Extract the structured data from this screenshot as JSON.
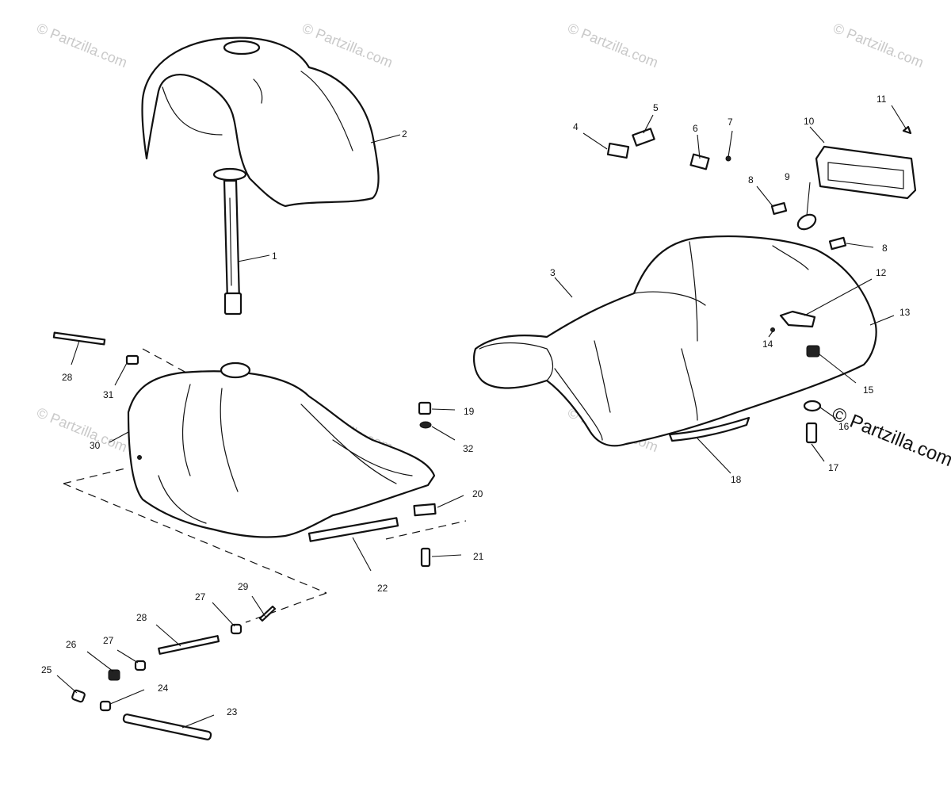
{
  "watermark": {
    "text": "© Partzilla.com",
    "corner_text": "© Partzilla.com"
  },
  "callouts": {
    "c1": "1",
    "c2": "2",
    "c3": "3",
    "c4": "4",
    "c5": "5",
    "c6": "6",
    "c7": "7",
    "c8a": "8",
    "c8b": "8",
    "c9": "9",
    "c10": "10",
    "c11": "11",
    "c12": "12",
    "c13": "13",
    "c14": "14",
    "c15": "15",
    "c16": "16",
    "c17": "17",
    "c18": "18",
    "c19": "19",
    "c20": "20",
    "c21": "21",
    "c22": "22",
    "c23": "23",
    "c24": "24",
    "c25": "25",
    "c26": "26",
    "c27a": "27",
    "c27b": "27",
    "c28a": "28",
    "c28b": "28",
    "c29": "29",
    "c30": "30",
    "c31": "31",
    "c32": "32"
  }
}
